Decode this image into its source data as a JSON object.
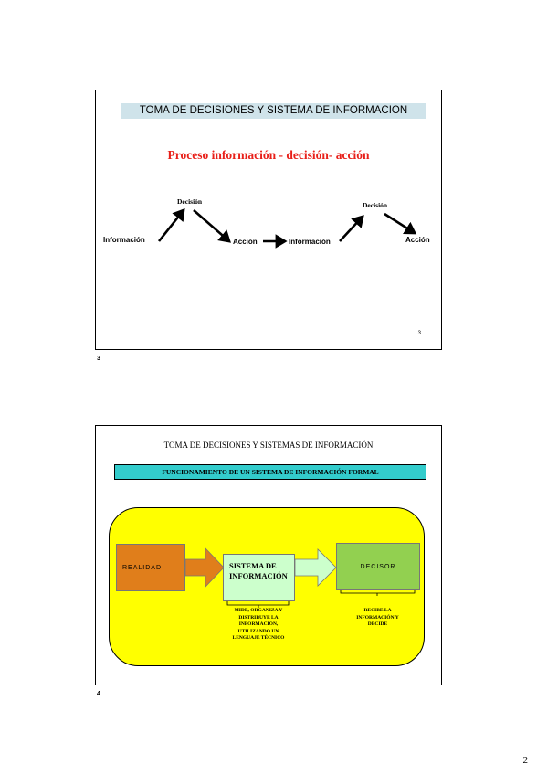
{
  "slide1": {
    "title": "TOMA DE DECISIONES Y SISTEMA DE INFORMACION",
    "subtitle": "Proceso información - decisión- acción",
    "labels": {
      "informacion_1": "Información",
      "decision_1": "Decisión",
      "accion_1": "Acción",
      "informacion_2": "Información",
      "decision_2": "Decisión",
      "accion_2": "Acción"
    },
    "slide_number": "3",
    "below_number": "3"
  },
  "slide2": {
    "title": "TOMA DE DECISIONES Y SISTEMAS DE INFORMACIÓN",
    "banner": "FUNCIONAMIENTO DE UN SISTEMA DE INFORMACIÓN FORMAL",
    "realidad": "REALIDAD",
    "sistema_line1": "SISTEMA DE",
    "sistema_line2": "INFORMACIÓN",
    "decisor": "DECISOR",
    "caption_sistema": [
      "MIDE, ORGANIZA Y",
      "DISTRIBUYE LA",
      "INFORMACIÓN,",
      "UTILIZANDO UN",
      "LENGUAJE TÉCNICO"
    ],
    "caption_decisor": [
      "RECIBE LA",
      "INFORMACIÓN Y",
      "DECIDE"
    ],
    "below_number": "4",
    "colors": {
      "realidad": "#e07e1b",
      "sistema": "#ccffcc",
      "decisor": "#92d050",
      "panel": "#ffff00",
      "banner": "#33cccc"
    }
  },
  "page_number": "2"
}
